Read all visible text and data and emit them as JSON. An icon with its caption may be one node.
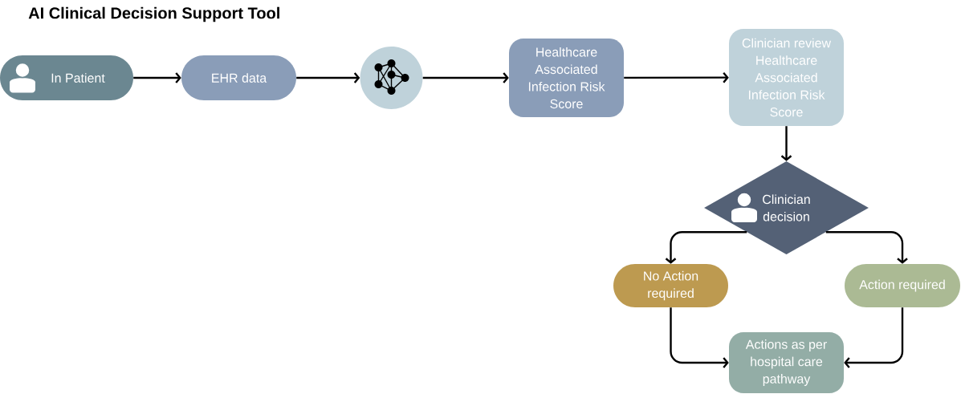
{
  "diagram": {
    "title": "AI Clinical Decision Support Tool",
    "nodes": [
      {
        "text": [
          "In Patient"
        ]
      },
      {
        "text": [
          "EHR data"
        ]
      },
      {
        "text": [],
        "shape": "circle"
      },
      {
        "text": [
          "Healthcare Associated Infection Risk Score"
        ]
      },
      {
        "text": [
          "Clinician review Healthcare Associated Infection Risk Score"
        ]
      },
      {
        "text": [
          "Clinician decision"
        ]
      },
      {
        "text": [
          "No Action required"
        ]
      },
      {
        "text": [
          "Action required"
        ]
      },
      {
        "text": [
          "Actions as per hospital care pathway"
        ]
      }
    ],
    "edges": [
      {
        "from": 0,
        "to": 1,
        "arrow": "to"
      },
      {
        "from": 1,
        "to": 2,
        "arrow": "to"
      },
      {
        "from": 2,
        "to": 3,
        "arrow": "to"
      },
      {
        "from": 3,
        "to": 4,
        "arrow": "to"
      },
      {
        "from": 4,
        "to": 5,
        "arrow": "to"
      },
      {
        "from": 5,
        "to": 6,
        "arrow": "to"
      },
      {
        "from": 5,
        "to": 7,
        "arrow": "to"
      },
      {
        "from": 6,
        "to": 8,
        "arrow": "to"
      },
      {
        "from": 7,
        "to": 8,
        "arrow": "to"
      }
    ]
  }
}
